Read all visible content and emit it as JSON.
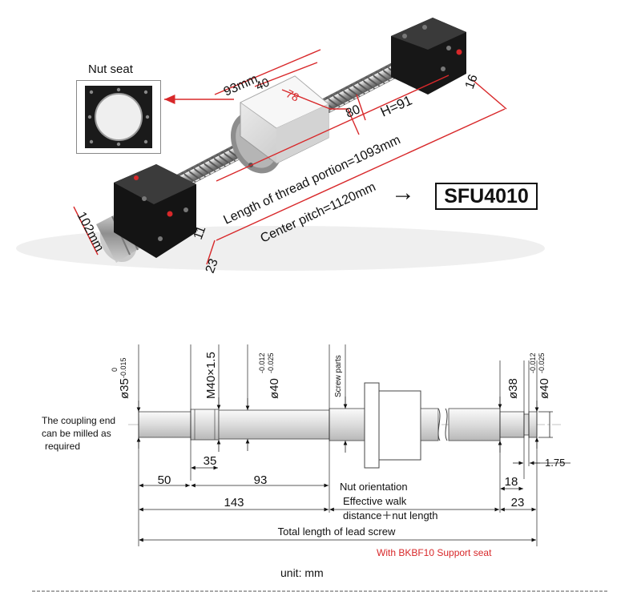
{
  "photo": {
    "nut_seat_label": "Nut seat",
    "model_badge": "SFU4010",
    "arrow_symbol": "→",
    "dims": {
      "d93": "93mm",
      "d40": "40",
      "d78": "78",
      "d80": "80",
      "dH91": "H=91",
      "d16": "16",
      "d102": "102mm",
      "d11": "11",
      "d23": "23",
      "thread_length": "Length of thread portion=1093mm",
      "center_pitch": "Center pitch=1120mm"
    }
  },
  "drawing": {
    "coupling_note": [
      "The coupling end",
      "can be milled as",
      "required"
    ],
    "dia35": "ø35",
    "dia35_tol_upper": "0",
    "dia35_tol_lower": "-0.015",
    "m40": "M40×1.5",
    "dia40a": "ø40",
    "dia40a_tol_upper": "-0.012",
    "dia40a_tol_lower": "-0.025",
    "screw_parts": "Screw parts",
    "dia38": "ø38",
    "dia40b": "ø40",
    "dia40b_tol_upper": "-0.012",
    "dia40b_tol_lower": "-0.025",
    "dim35": "35",
    "dim50": "50",
    "dim93": "93",
    "dim143": "143",
    "dim18": "18",
    "dim23": "23",
    "dim175": "1.75",
    "nut_orientation": "Nut orientation",
    "effective_walk_1": "Effective walk",
    "effective_walk_2": "distance＋nut length",
    "total_length": "Total length of lead screw",
    "support_seat": "With BKBF10  Support seat",
    "unit": "unit:  mm"
  },
  "colors": {
    "accent_red": "#d8282a",
    "ink": "#111111"
  }
}
